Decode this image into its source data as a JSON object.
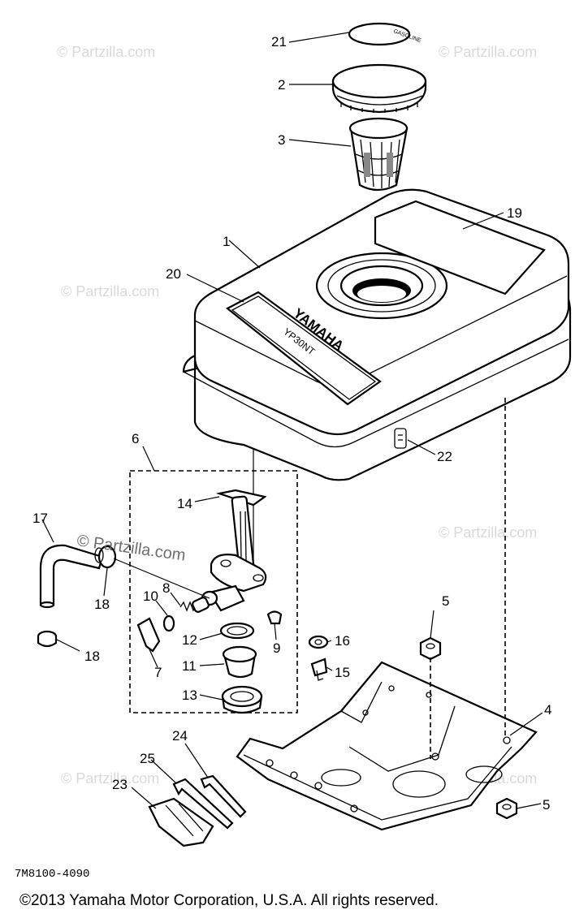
{
  "watermark": "© Partzilla.com",
  "watermark_overlay": "© Partzilla.com",
  "callouts": {
    "c21": "21",
    "c2": "2",
    "c3": "3",
    "c19": "19",
    "c1": "1",
    "c20": "20",
    "c6": "6",
    "c14": "14",
    "c17": "17",
    "c18a": "18",
    "c18b": "18",
    "c8": "8",
    "c10": "10",
    "c7": "7",
    "c12": "12",
    "c11": "11",
    "c13": "13",
    "c9": "9",
    "c16": "16",
    "c15": "15",
    "c22": "22",
    "c5a": "5",
    "c5b": "5",
    "c4": "4",
    "c24": "24",
    "c25": "25",
    "c23": "23"
  },
  "tank_label": {
    "brand": "YAMAHA",
    "model": "YP30NT"
  },
  "cap_marking": "GASOLINE",
  "drawing_number": "7M8100-4090",
  "copyright": "©2013  Yamaha Motor Corporation, U.S.A. All rights reserved."
}
